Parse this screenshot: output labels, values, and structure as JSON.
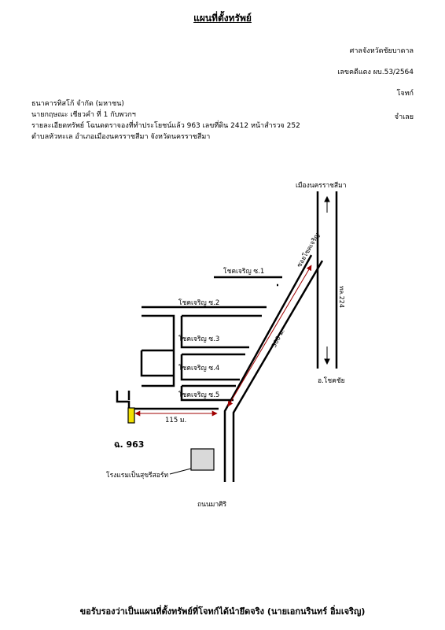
{
  "title": "แผนที่ตั้งทรัพย์",
  "header": {
    "court": "ศาลจังหวัดชัยบาดาล",
    "case_no": "เลขคดีแดง ผบ.53/2564",
    "plaintiff_label": "โจทก์",
    "defendant_label": "จำเลย",
    "plaintiff": "ธนาคารทิสโก้ จำกัด (มหาชน)",
    "defendant": "นายกฤษณะ เชียวคำ  ที่ 1 กับพวกฯ",
    "property_detail": "รายละเอียดทรัพย์ โฉนดตราจองที่ทำประโยชน์แล้ว 963 เลขที่ดิน 2412 หน้าสำรวจ 252",
    "location": "ตำบลหัวทะเล  อำเภอเมืองนครราชสีมา  จังหวัดนครราชสีมา"
  },
  "map": {
    "north_label": "เมืองนครราชสีมา",
    "south_label": "อ.โชคชัย",
    "highway_label": "ทล.224",
    "main_soi_label": "ซอยโชคเจริญ",
    "soi_labels": [
      "โชคเจริญ ซ.1",
      "โชคเจริญ ซ.2",
      "โชคเจริญ ซ.3",
      "โชคเจริญ ซ.4",
      "โชคเจริญ ซ.5"
    ],
    "distance_diag": "300 ม.",
    "distance_horiz": "115 ม.",
    "parcel_label": "ฉ. 963",
    "hotel_label": "โรงแรมเป็นสุขรีสอร์ท",
    "road_label": "ถนนมาศิริ",
    "colors": {
      "parcel": "#f2e000",
      "hotel": "#d9d9d9",
      "arrow": "#a00000"
    }
  },
  "footer": "ขอรับรองว่าเป็นแผนที่ตั้งทรัพย์ที่โจทก์ได้นำยึดจริง (นายเอกนรินทร์ อิ่มเจริญ)"
}
